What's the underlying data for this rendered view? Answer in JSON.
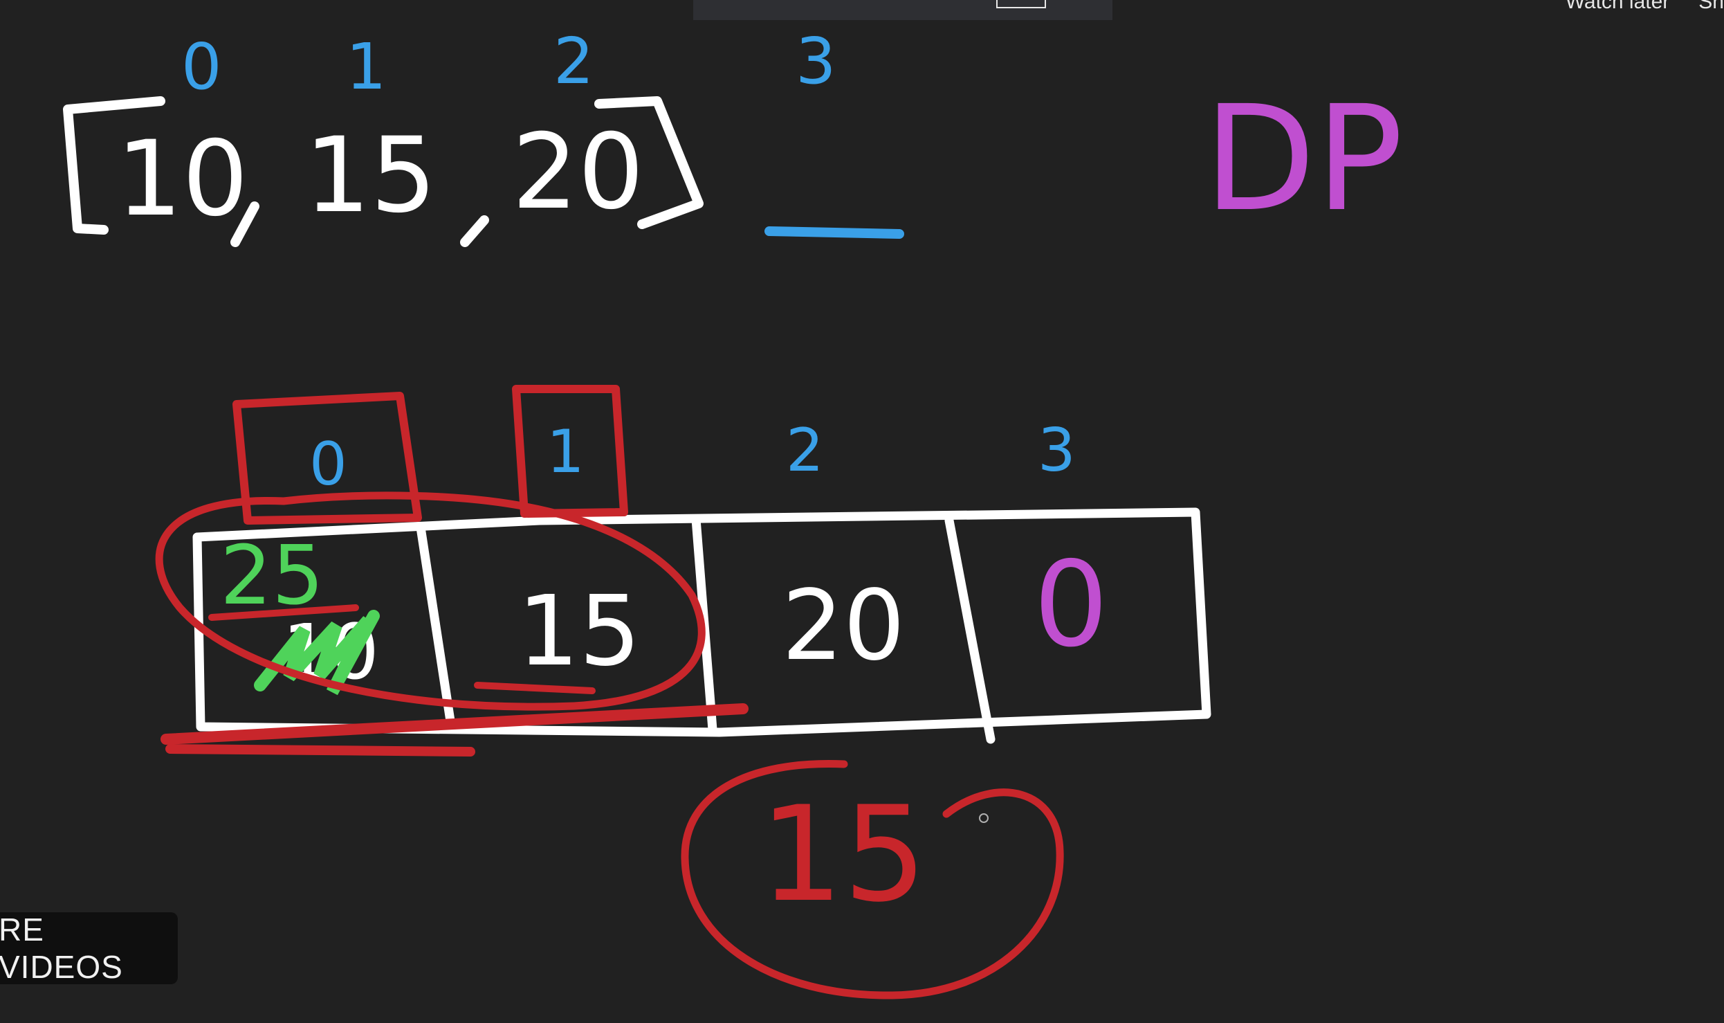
{
  "player": {
    "top_right_actions": [
      "Watch later",
      "Sh"
    ],
    "more_videos_label": "RE VIDEOS"
  },
  "whiteboard": {
    "array_text": "[10, 15, 20]",
    "array_indices": [
      "0",
      "1",
      "2",
      "3"
    ],
    "array_values": [
      "10",
      "15",
      "20"
    ],
    "dp_label": "DP",
    "table_indices": [
      "0",
      "1",
      "2",
      "3"
    ],
    "table_cells": [
      "25",
      "15",
      "20",
      "0"
    ],
    "crossed_out_value": "10",
    "circled_result": "15"
  },
  "colors": {
    "background": "#212121",
    "white_ink": "#ffffff",
    "blue_ink": "#3aa0e8",
    "purple_ink": "#c04fd0",
    "red_ink": "#c8262b",
    "green_ink": "#4fd35a"
  }
}
